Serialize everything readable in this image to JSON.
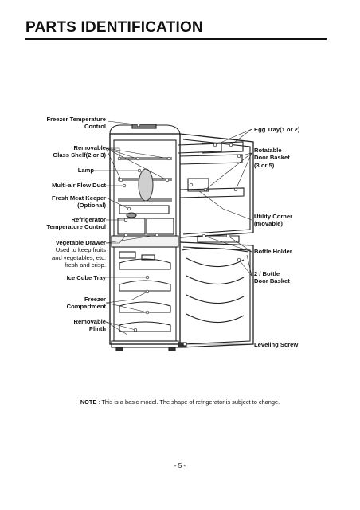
{
  "page": {
    "title": "PARTS IDENTIFICATION",
    "note_prefix": "NOTE",
    "note_text": " : This is a basic model. The shape of refrigerator is subject to change.",
    "page_number": "- 5 -"
  },
  "labels": {
    "freezer_temp_control_l1": "Freezer Temperature",
    "freezer_temp_control_l2": "Control",
    "glass_shelf_l1": "Removable",
    "glass_shelf_l2": "Glass Shelf(2 or 3)",
    "lamp": "Lamp",
    "multi_air": "Multi-air Flow Duct",
    "fresh_meat_l1": "Fresh Meat Keeper",
    "fresh_meat_l2": "(Optional)",
    "fridge_temp_l1": "Refrigerator",
    "fridge_temp_l2": "Temperature Control",
    "veg_drawer": "Vegetable Drawer",
    "veg_desc_l1": "Used to keep fruits",
    "veg_desc_l2": "and vegetables, etc.",
    "veg_desc_l3": "fresh and crisp.",
    "ice_tray": "Ice Cube Tray",
    "freezer_comp_l1": "Freezer",
    "freezer_comp_l2": "Compartment",
    "plinth_l1": "Removable",
    "plinth_l2": "Plinth",
    "egg_tray": "Egg Tray(1 or 2)",
    "door_basket_l1": "Rotatable",
    "door_basket_l2": "Door Basket",
    "door_basket_l3": "(3 or 5)",
    "utility_l1": "Utility Corner",
    "utility_l2": "(movable)",
    "bottle_holder": "Bottle Holder",
    "bottle_basket_l1": "2 / Bottle",
    "bottle_basket_l2": "Door Basket",
    "leveling": "Leveling Screw"
  }
}
